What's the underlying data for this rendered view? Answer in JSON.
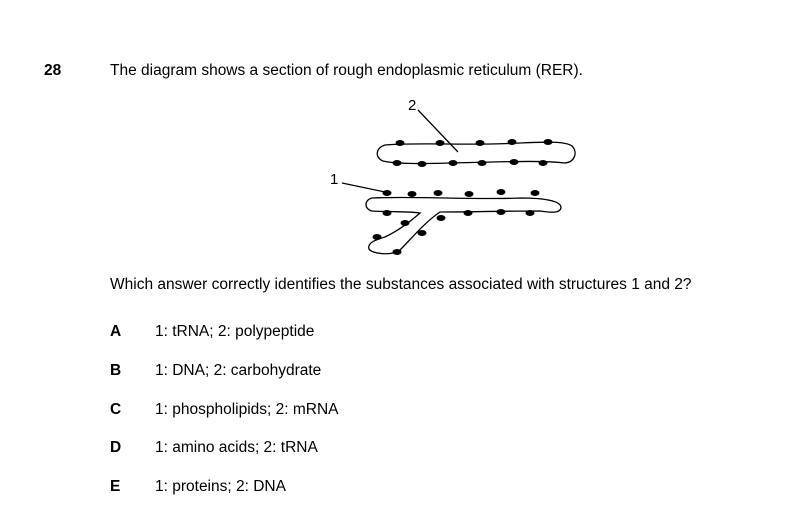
{
  "question": {
    "number": "28",
    "stem": "The diagram shows a section of rough endoplasmic reticulum (RER).",
    "prompt": "Which answer correctly identifies the substances associated with structures 1 and 2?"
  },
  "diagram": {
    "labels": [
      "1",
      "2"
    ]
  },
  "options": [
    {
      "letter": "A",
      "text": "1: tRNA;  2: polypeptide"
    },
    {
      "letter": "B",
      "text": "1: DNA;  2: carbohydrate"
    },
    {
      "letter": "C",
      "text": "1: phospholipids;  2: mRNA"
    },
    {
      "letter": "D",
      "text": "1: amino acids;  2: tRNA"
    },
    {
      "letter": "E",
      "text": "1: proteins;  2: DNA"
    }
  ]
}
